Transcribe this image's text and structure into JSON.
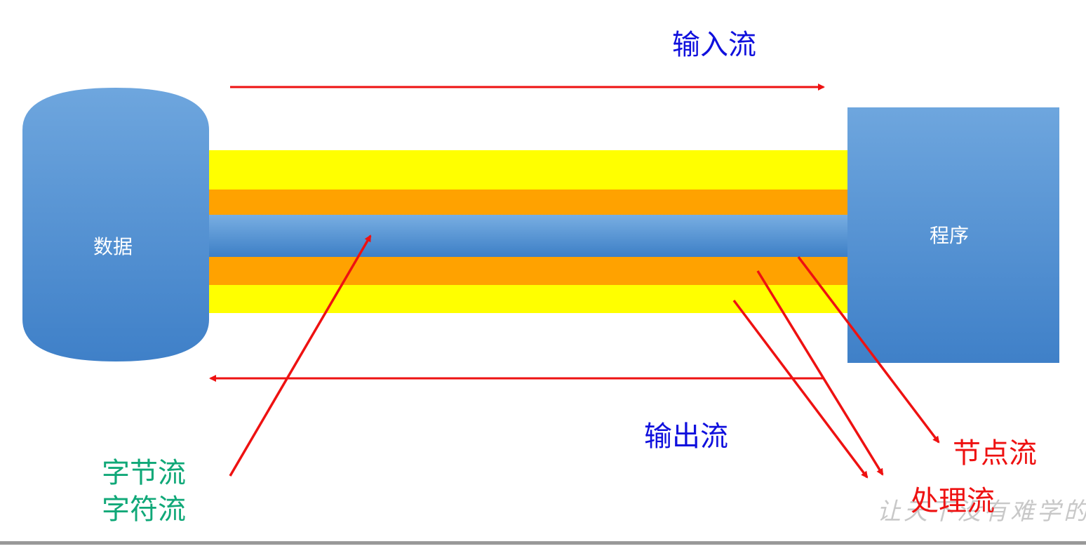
{
  "labels": {
    "input_stream": "输入流",
    "output_stream": "输出流",
    "data_source": "数据",
    "program": "程序",
    "node_stream": "节点流",
    "processing_stream": "处理流",
    "byte_stream": "字节流",
    "char_stream": "字符流",
    "watermark": "让天下没有难学的"
  },
  "colors": {
    "shape_blue": "#4d8fd6",
    "band_yellow": "#ffff00",
    "band_orange": "#ffa200",
    "arrow_red": "#ee1111",
    "text_blue": "#1010dd",
    "text_red": "#ee1111",
    "text_green": "#10a878",
    "divider": "#999999"
  }
}
